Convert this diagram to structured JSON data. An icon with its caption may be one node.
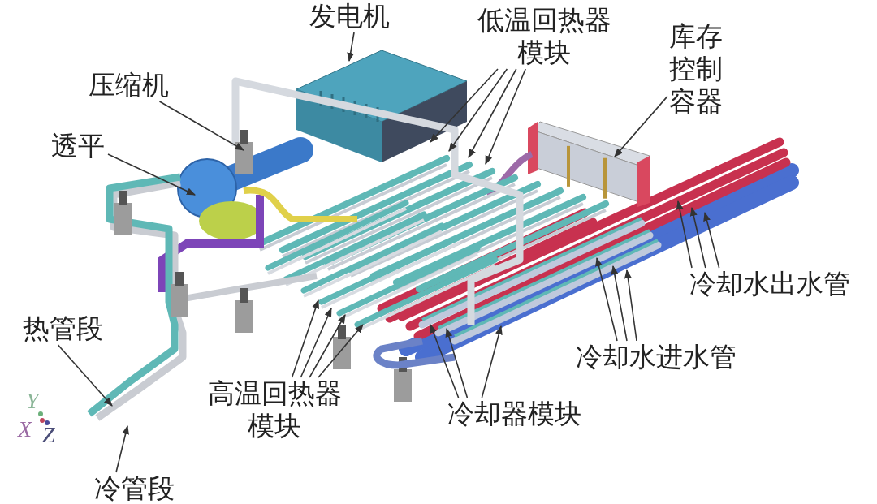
{
  "diagram": {
    "nodes": [
      {
        "text": [
          "发电机"
        ]
      },
      {
        "text": [
          "压缩机"
        ]
      },
      {
        "text": [
          "透平"
        ]
      },
      {
        "text": [
          "低温回热器模块"
        ]
      },
      {
        "text": [
          "库存控制容器"
        ]
      },
      {
        "text": [
          "冷却水出水管"
        ]
      },
      {
        "text": [
          "冷却水进水管"
        ]
      },
      {
        "text": [
          "冷却器模块"
        ]
      },
      {
        "text": [
          "高温回热器模块"
        ]
      },
      {
        "text": [
          "热管段"
        ]
      },
      {
        "text": [
          "冷管段"
        ]
      }
    ],
    "edges": [
      {
        "from": 0,
        "to": null,
        "arrow": "to"
      },
      {
        "from": 1,
        "to": null,
        "arrow": "to"
      },
      {
        "from": 2,
        "to": null,
        "arrow": "to"
      },
      {
        "from": 3,
        "to": null,
        "arrow": "to"
      },
      {
        "from": 3,
        "to": null,
        "arrow": "to"
      },
      {
        "from": 3,
        "to": null,
        "arrow": "to"
      },
      {
        "from": 3,
        "to": null,
        "arrow": "to"
      },
      {
        "from": 4,
        "to": null,
        "arrow": "to"
      },
      {
        "from": 5,
        "to": null,
        "arrow": "to"
      },
      {
        "from": 5,
        "to": null,
        "arrow": "to"
      },
      {
        "from": 5,
        "to": null,
        "arrow": "to"
      },
      {
        "from": 6,
        "to": null,
        "arrow": "to"
      },
      {
        "from": 6,
        "to": null,
        "arrow": "to"
      },
      {
        "from": 6,
        "to": null,
        "arrow": "to"
      },
      {
        "from": 7,
        "to": null,
        "arrow": "to"
      },
      {
        "from": 7,
        "to": null,
        "arrow": "to"
      },
      {
        "from": 7,
        "to": null,
        "arrow": "to"
      },
      {
        "from": 8,
        "to": null,
        "arrow": "to"
      },
      {
        "from": 8,
        "to": null,
        "arrow": "to"
      },
      {
        "from": 8,
        "to": null,
        "arrow": "to"
      },
      {
        "from": 8,
        "to": null,
        "arrow": "to"
      },
      {
        "from": 9,
        "to": null,
        "arrow": "to"
      },
      {
        "from": 10,
        "to": null,
        "arrow": "to"
      }
    ],
    "labels": [
      "Y",
      "X",
      "Z"
    ]
  }
}
